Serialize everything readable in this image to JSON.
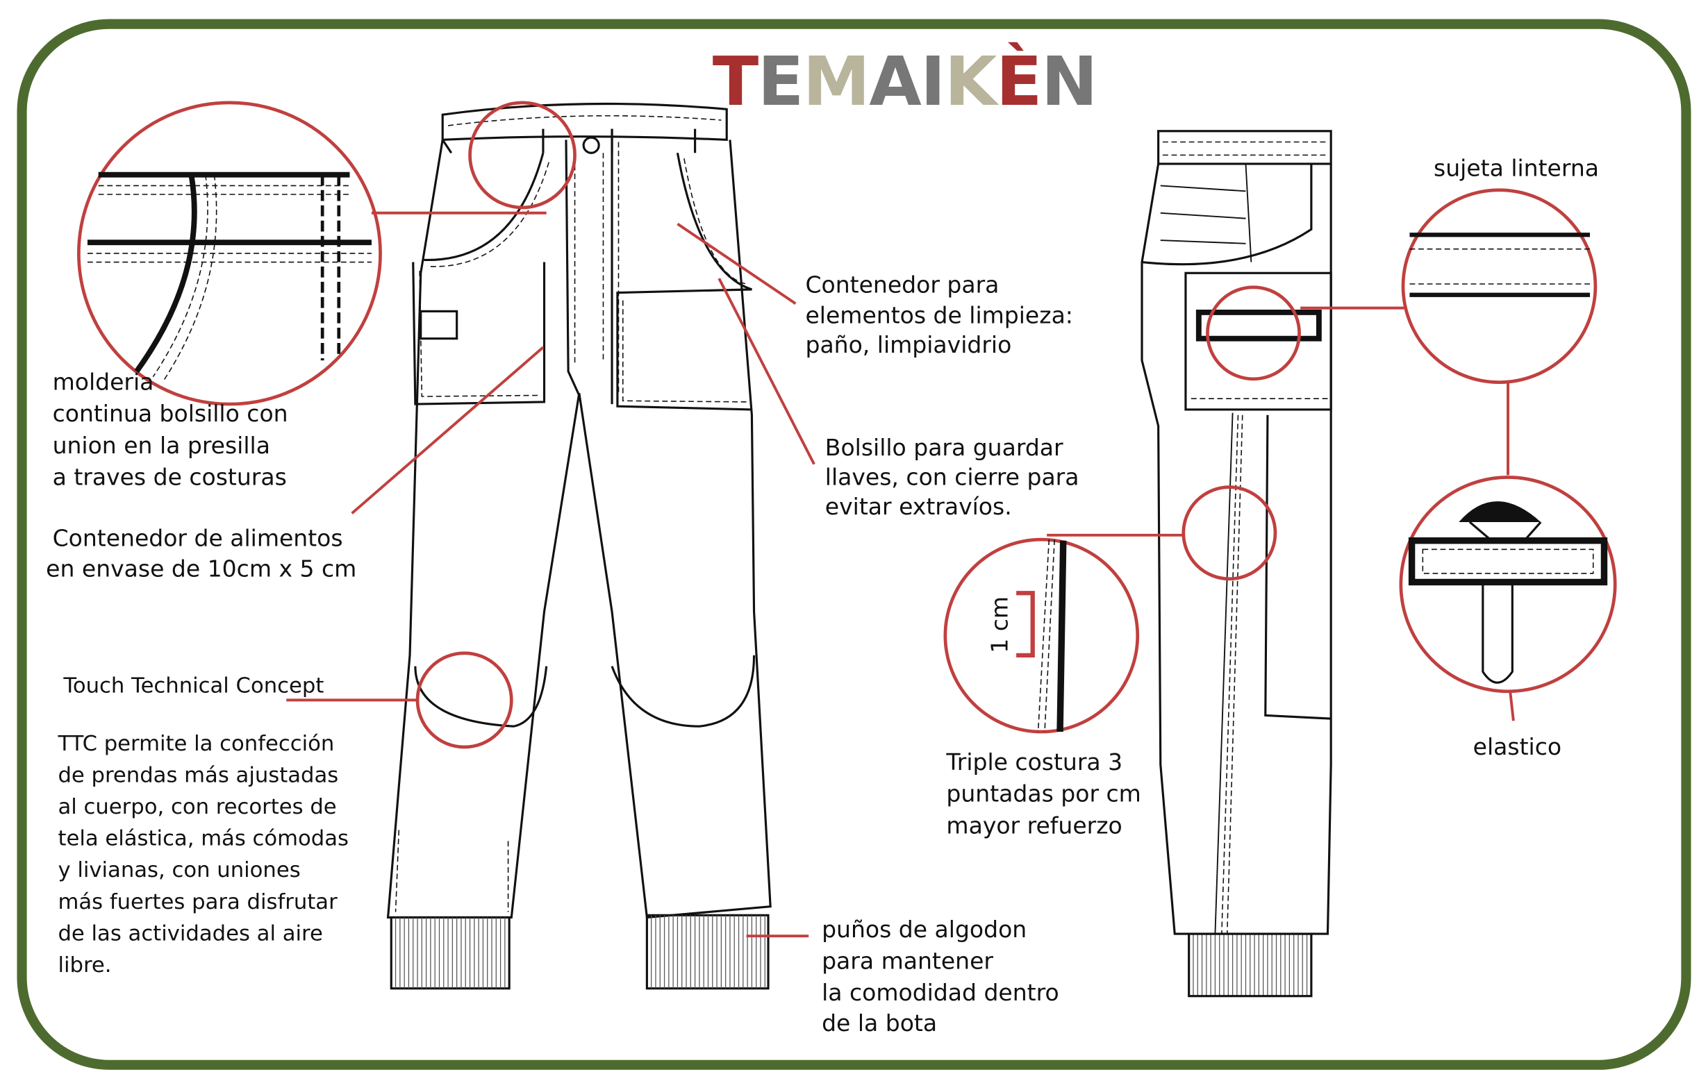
{
  "logo": {
    "text": "TEMAIKÈN",
    "letter_colors": [
      "#a6302f",
      "#777777",
      "#b8b59c",
      "#777777",
      "#777777",
      "#b8b59c",
      "#a6302f",
      "#777777"
    ]
  },
  "colors": {
    "frame": "#4d6b2e",
    "callout": "#c0403f"
  },
  "labels": {
    "molderia": [
      "molderia",
      "continua bolsillo con",
      "union en la presilla",
      "a traves de costuras"
    ],
    "food_container": [
      "Contenedor de alimentos",
      "en envase de 10cm x 5 cm"
    ],
    "ttc_title": "Touch Technical Concept",
    "ttc_body": [
      "TTC permite la confección",
      "de prendas más ajustadas",
      "al cuerpo, con recortes de",
      "tela elástica, más cómodas",
      "y livianas, con uniones",
      "más fuertes para disfrutar",
      "de las actividades al aire",
      "libre."
    ],
    "cleaning_container": [
      "Contenedor para",
      "elementos de limpieza:",
      "paño, limpiavidrio"
    ],
    "keys_pocket": [
      "Bolsillo para guardar",
      "llaves, con cierre  para",
      "evitar extravíos."
    ],
    "cuffs": [
      "puños de algodon",
      "para mantener",
      "la comodidad dentro",
      "de la bota"
    ],
    "flashlight_holder": "sujeta linterna",
    "elastic": "elastico",
    "triple_stitch": [
      "Triple costura 3",
      "puntadas por cm",
      "mayor refuerzo"
    ],
    "measure": "1 cm"
  }
}
